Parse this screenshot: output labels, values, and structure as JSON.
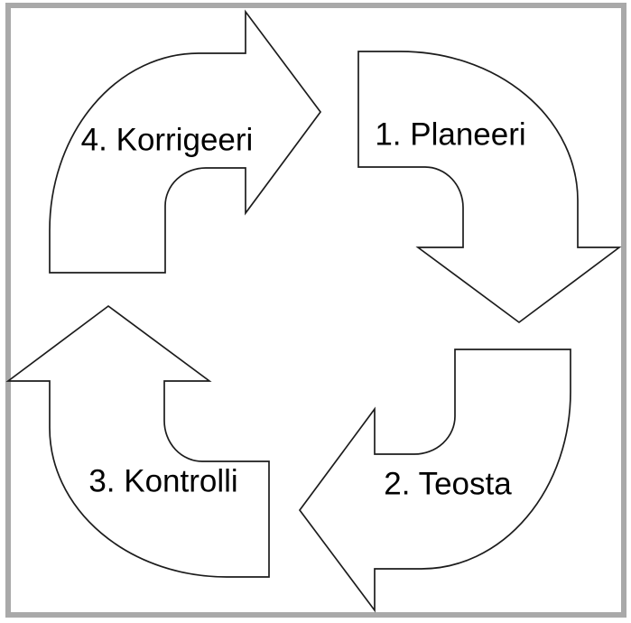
{
  "diagram": {
    "steps": [
      {
        "id": 1,
        "label": "1. Planeeri",
        "arrow_direction": "down"
      },
      {
        "id": 2,
        "label": "2. Teosta",
        "arrow_direction": "left"
      },
      {
        "id": 3,
        "label": "3. Kontrolli",
        "arrow_direction": "up"
      },
      {
        "id": 4,
        "label": "4. Korrigeeri",
        "arrow_direction": "right"
      }
    ],
    "colors": {
      "frame_border": "#a9a9a9",
      "arrow_outline": "#1c1c1c",
      "arrow_fill": "#ffffff",
      "background": "#ffffff",
      "text": "#000000"
    }
  }
}
